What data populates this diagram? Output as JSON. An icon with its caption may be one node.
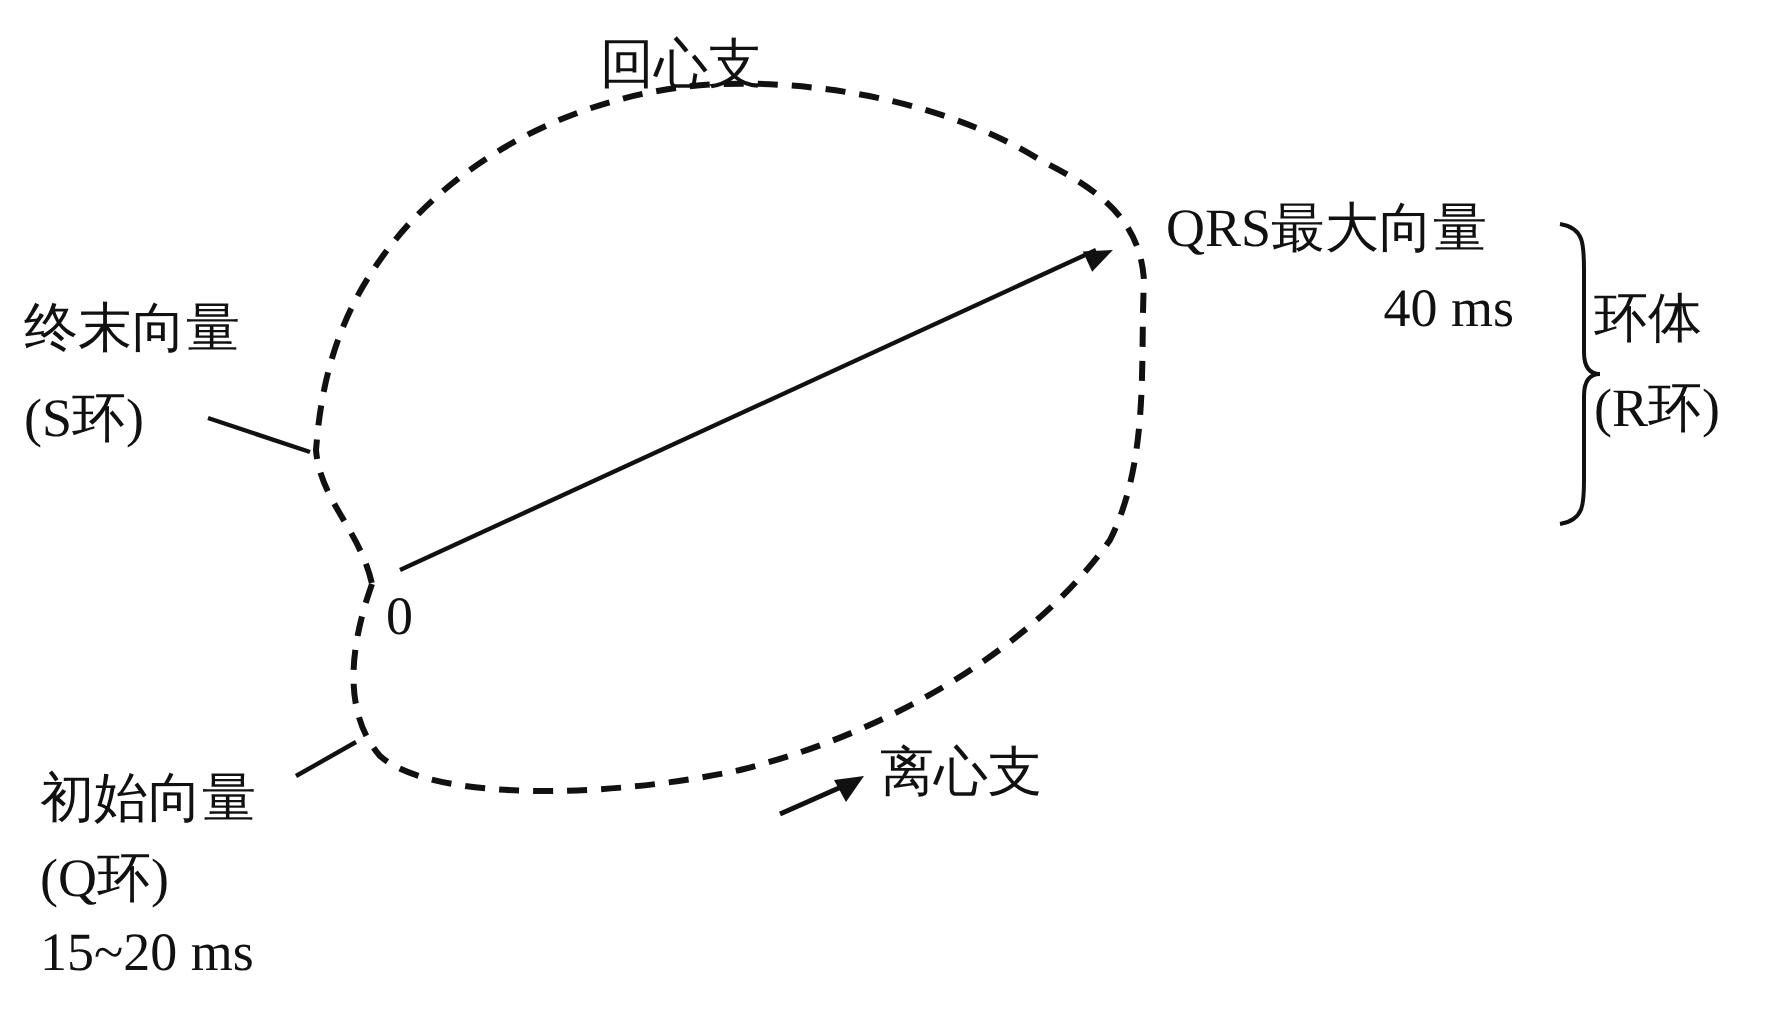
{
  "diagram": {
    "nodes": [
      {
        "text": [
          "0"
        ]
      },
      {
        "text": [
          "QRS最大向量",
          "40 ms"
        ]
      },
      {
        "text": [
          "终末向量",
          "(S环)"
        ]
      },
      {
        "text": [
          "初始向量",
          "(Q环)",
          "15~20 ms"
        ]
      }
    ],
    "edges": [
      {
        "from": 0,
        "to": 1,
        "arrow": "to"
      },
      {
        "from": 2,
        "to": null,
        "arrow": "none"
      },
      {
        "from": 3,
        "to": null,
        "arrow": "none"
      }
    ],
    "labels": [
      "回心支",
      "环体",
      "(R环)",
      "离心支"
    ]
  }
}
